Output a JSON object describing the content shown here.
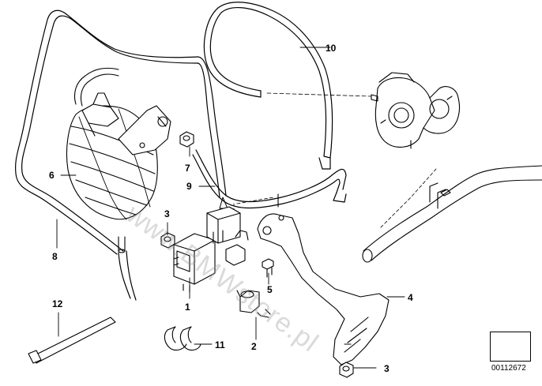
{
  "diagram": {
    "watermark": "www.BMWstore.pl",
    "document_number": "00112672",
    "callouts": {
      "c1": "1",
      "c2": "2",
      "c3a": "3",
      "c3b": "3",
      "c4": "4",
      "c5": "5",
      "c6": "6",
      "c7": "7",
      "c8": "8",
      "c9": "9",
      "c10": "10",
      "c11": "11",
      "c12": "12"
    }
  }
}
